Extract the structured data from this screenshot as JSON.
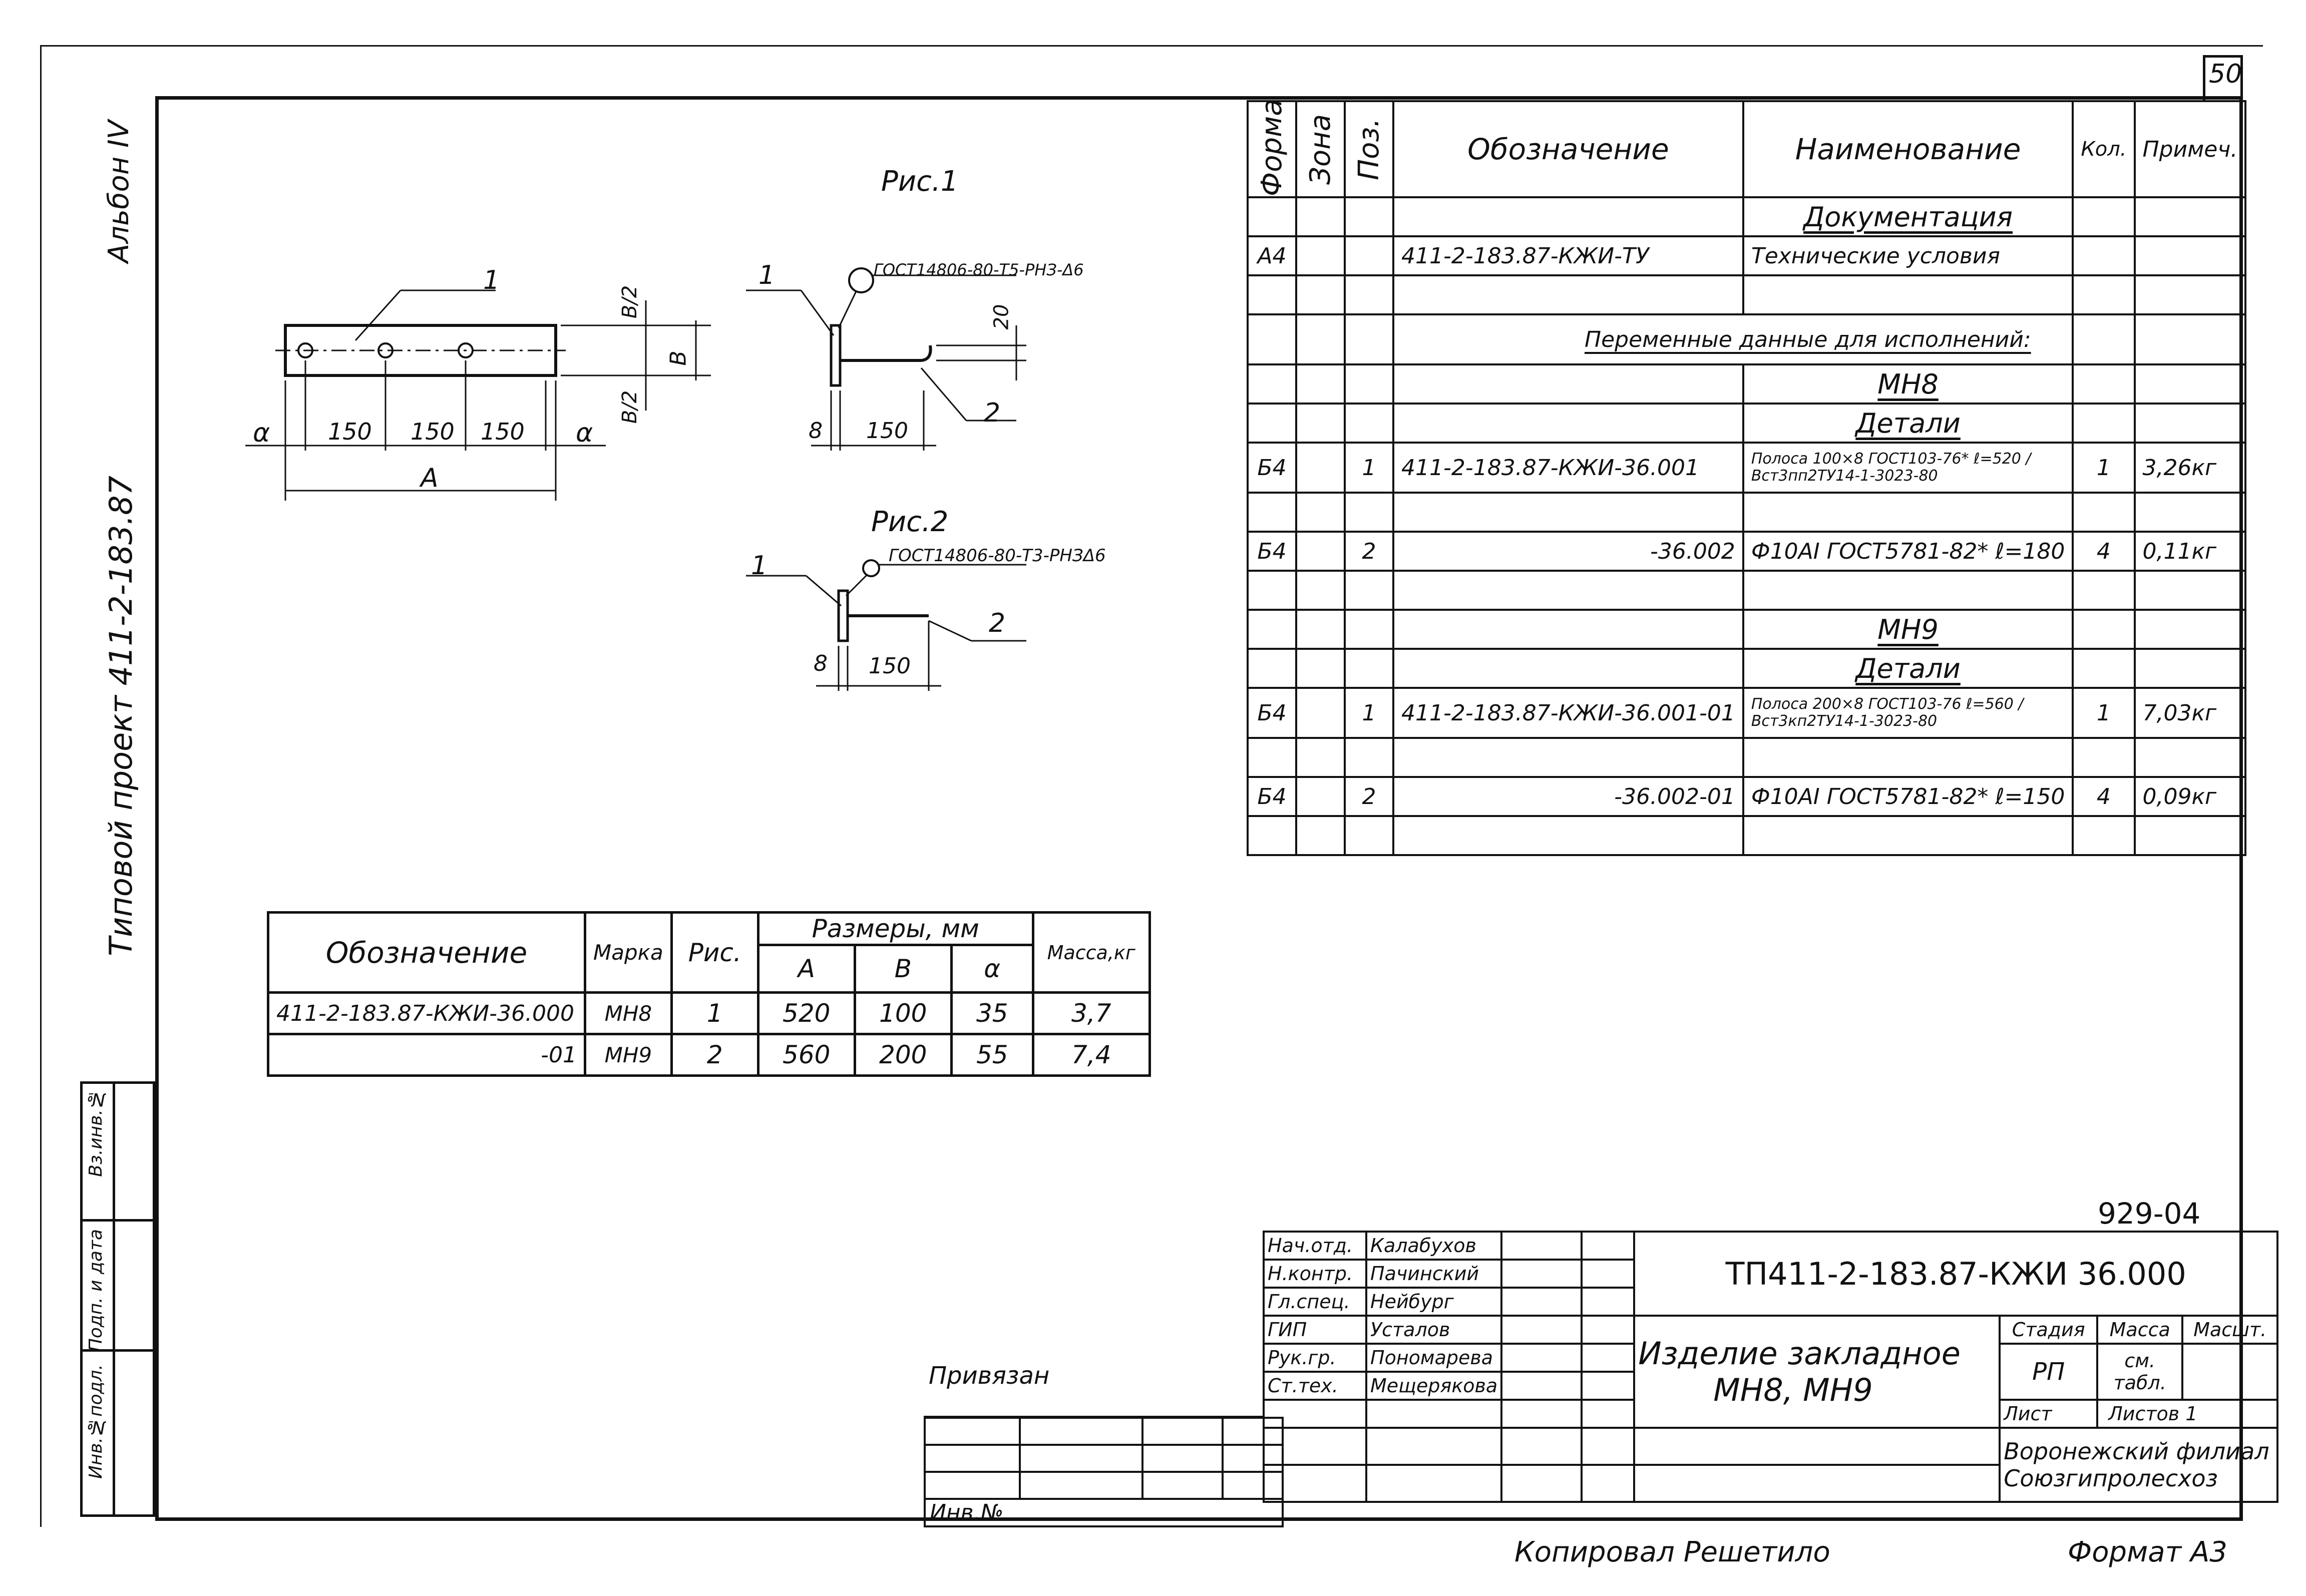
{
  "sheet_number": "50",
  "album": "Альбон IV",
  "project_side": "Типовой проект 411-2-183.87",
  "figures": {
    "fig1_title": "Рис.1",
    "fig2_title": "Рис.2",
    "fig1_weld": "ГОСТ14806-80-Т5-РНЗ-Δ6",
    "fig2_weld": "ГОСТ14806-80-Т3-РНЗΔ6",
    "plan_dims": [
      "α",
      "150",
      "150",
      "150",
      "α"
    ],
    "plan_total": "А",
    "plan_width": [
      "В/2",
      "В",
      "В/2"
    ],
    "pos1": "1",
    "pos2": "2",
    "dim_8": "8",
    "dim_150": "150",
    "dim_20": "20"
  },
  "spec": {
    "headers": {
      "format": "Формат",
      "zone": "Зона",
      "pos": "Поз.",
      "designation": "Обозначение",
      "name": "Наименование",
      "qty": "Кол.",
      "note": "Примеч."
    },
    "rows": [
      {
        "format": "",
        "pos": "",
        "designation": "",
        "name": "Документация",
        "qty": "",
        "note": "",
        "style": "section"
      },
      {
        "format": "А4",
        "pos": "",
        "designation": "411-2-183.87-КЖИ-ТУ",
        "name": "Технические условия",
        "qty": "",
        "note": ""
      },
      {
        "format": "",
        "pos": "",
        "designation": "",
        "name": "",
        "qty": "",
        "note": ""
      },
      {
        "format": "",
        "pos": "",
        "designation": "",
        "name": "Переменные данные для исполнений:",
        "qty": "",
        "note": "",
        "style": "span"
      },
      {
        "format": "",
        "pos": "",
        "designation": "",
        "name": "МН8",
        "qty": "",
        "note": "",
        "style": "section"
      },
      {
        "format": "",
        "pos": "",
        "designation": "",
        "name": "Детали",
        "qty": "",
        "note": "",
        "style": "section"
      },
      {
        "format": "Б4",
        "pos": "1",
        "designation": "411-2-183.87-КЖИ-36.001",
        "name": "Полоса 100×8 ГОСТ103-76* ℓ=520 / Вст3пп2ТУ14-1-3023-80",
        "qty": "1",
        "note": "3,26кг"
      },
      {
        "format": "",
        "pos": "",
        "designation": "",
        "name": "",
        "qty": "",
        "note": ""
      },
      {
        "format": "Б4",
        "pos": "2",
        "designation": "-36.002",
        "name": "Ф10АI ГОСТ5781-82* ℓ=180",
        "qty": "4",
        "note": "0,11кг"
      },
      {
        "format": "",
        "pos": "",
        "designation": "",
        "name": "",
        "qty": "",
        "note": ""
      },
      {
        "format": "",
        "pos": "",
        "designation": "",
        "name": "МН9",
        "qty": "",
        "note": "",
        "style": "section"
      },
      {
        "format": "",
        "pos": "",
        "designation": "",
        "name": "Детали",
        "qty": "",
        "note": "",
        "style": "section"
      },
      {
        "format": "Б4",
        "pos": "1",
        "designation": "411-2-183.87-КЖИ-36.001-01",
        "name": "Полоса 200×8 ГОСТ103-76 ℓ=560 / Вст3кп2ТУ14-1-3023-80",
        "qty": "1",
        "note": "7,03кг"
      },
      {
        "format": "",
        "pos": "",
        "designation": "",
        "name": "",
        "qty": "",
        "note": ""
      },
      {
        "format": "Б4",
        "pos": "2",
        "designation": "-36.002-01",
        "name": "Ф10АI ГОСТ5781-82* ℓ=150",
        "qty": "4",
        "note": "0,09кг"
      },
      {
        "format": "",
        "pos": "",
        "designation": "",
        "name": "",
        "qty": "",
        "note": ""
      }
    ]
  },
  "dims_table": {
    "h_designation": "Обозначение",
    "h_mark": "Марка",
    "h_fig": "Рис.",
    "h_sizes": "Размеры, мм",
    "h_a": "А",
    "h_b": "В",
    "h_alpha": "α",
    "h_mass": "Масса,кг",
    "rows": [
      {
        "designation": "411-2-183.87-КЖИ-36.000",
        "mark": "МН8",
        "fig": "1",
        "a": "520",
        "b": "100",
        "alpha": "35",
        "mass": "3,7"
      },
      {
        "designation": "-01",
        "mark": "МН9",
        "fig": "2",
        "a": "560",
        "b": "200",
        "alpha": "55",
        "mass": "7,4"
      }
    ]
  },
  "title_block": {
    "code_top": "929-04",
    "doc_code": "ТП411-2-183.87-КЖИ 36.000",
    "people": [
      {
        "role": "Нач.отд.",
        "name": "Калабухов"
      },
      {
        "role": "Н.контр.",
        "name": "Пачинский"
      },
      {
        "role": "Гл.спец.",
        "name": "Нейбург"
      },
      {
        "role": "ГИП",
        "name": "Усталов"
      },
      {
        "role": "Рук.гр.",
        "name": "Пономарева"
      },
      {
        "role": "Ст.тех.",
        "name": "Мещерякова"
      }
    ],
    "title_line1": "Изделие закладное",
    "title_line2": "МН8, МН9",
    "stage_label": "Стадия",
    "mass_label": "Масса",
    "scale_label": "Масшт.",
    "stage": "РП",
    "mass": "см. табл.",
    "sheet_label": "Лист",
    "sheets_label": "Листов 1",
    "org_line1": "Воронежский филиал",
    "org_line2": "Союзгипролесхоз"
  },
  "privyazan": "Привязан",
  "inv_no": "Инв.№",
  "side_stamp": [
    "Инв.№подл.",
    "Подп. и дата",
    "Вз.инв.№"
  ],
  "footer_copied": "Копировал Решетило",
  "footer_format": "Формат А3"
}
